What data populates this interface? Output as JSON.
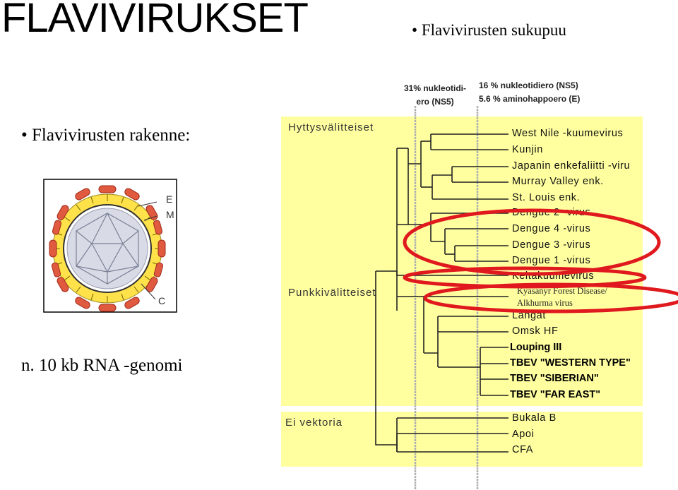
{
  "title": "FLAVIVIRUKSET",
  "bullets": {
    "tree": "Flavivirusten sukupuu",
    "structure": "Flavivirusten rakenne:",
    "genome": "n. 10 kb RNA -genomi"
  },
  "virion_labels": {
    "e": "E",
    "m": "M",
    "c": "C"
  },
  "tree_header": {
    "left_line1": "31% nukleotidi-",
    "left_line2": "ero (NS5)",
    "right_line1": "16 % nukleotidiero (NS5)",
    "right_line2": "5.6 % aminohappoero (E)"
  },
  "groups": {
    "mosquito": "Hyttysvälitteiset",
    "tick": "Punkkivälitteiset",
    "none": "Ei vektoria"
  },
  "species": {
    "s1": "West Nile -kuumevirus",
    "s2": "Kunjin",
    "s3": "Japanin enkefaliitti -viru",
    "s4": "Murray Valley enk.",
    "s5": "St. Louis enk.",
    "s6": "Dengue 2 -virus",
    "s7": "Dengue 4 -virus",
    "s8": "Dengue  3 -virus",
    "s9": "Dengue  1 -virus",
    "s10": "Keltakuumevirus",
    "s11a": "Kyasanyr Forest Disease/",
    "s11b": "Alkhurma virus",
    "s12": "Langat",
    "s13": "Omsk HF",
    "s14": "Louping III",
    "s15": "TBEV \"WESTERN TYPE\"",
    "s16": "TBEV \"SIBERIAN\"",
    "s17": "TBEV \"FAR EAST\"",
    "s18": "Bukala B",
    "s19": "Apoi",
    "s20": "CFA"
  },
  "colors": {
    "panel": "#ffffa0",
    "highlight": "#e0191e",
    "capsid": "#ffe24a",
    "envelope": "#e05a40"
  }
}
